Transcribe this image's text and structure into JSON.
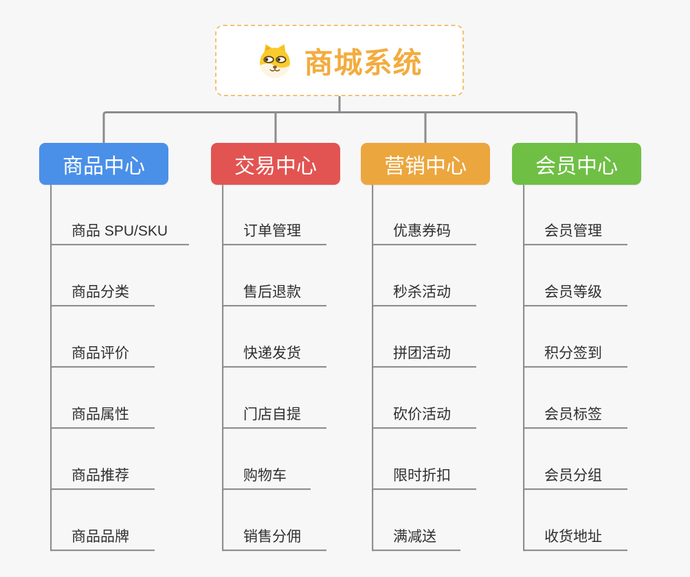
{
  "root": {
    "title": "商城系统",
    "icon": "doge-icon"
  },
  "branches": [
    {
      "label": "商品中心",
      "color": "#4A90E8",
      "items": [
        "商品 SPU/SKU",
        "商品分类",
        "商品评价",
        "商品属性",
        "商品推荐",
        "商品品牌"
      ]
    },
    {
      "label": "交易中心",
      "color": "#E25452",
      "items": [
        "订单管理",
        "售后退款",
        "快递发货",
        "门店自提",
        "购物车",
        "销售分佣"
      ]
    },
    {
      "label": "营销中心",
      "color": "#ECA63E",
      "items": [
        "优惠券码",
        "秒杀活动",
        "拼团活动",
        "砍价活动",
        "限时折扣",
        "满减送"
      ]
    },
    {
      "label": "会员中心",
      "color": "#6FBF45",
      "items": [
        "会员管理",
        "会员等级",
        "积分签到",
        "会员标签",
        "会员分组",
        "收货地址"
      ]
    }
  ],
  "colors": {
    "background": "#F7F7F7",
    "connector_line": "#8B8B8B",
    "subtopic_line": "#8F8F8F",
    "subtopic_text": "#2F2F2F",
    "root_border": "#F3C074",
    "root_title": "#F2AC3F"
  }
}
